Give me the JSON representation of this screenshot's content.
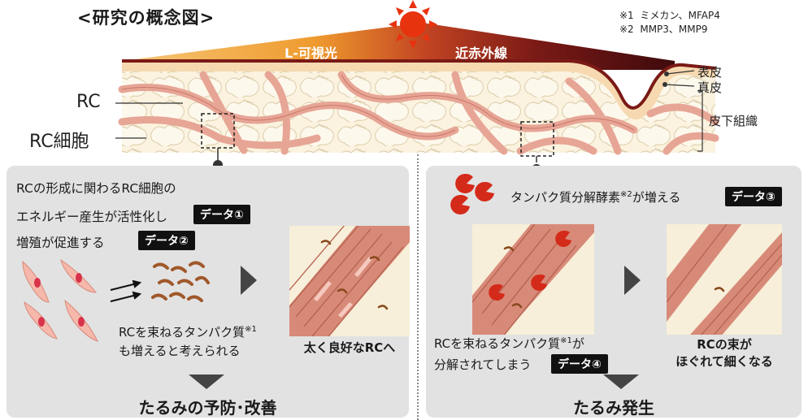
{
  "title": "<研究の概念図>",
  "notes": [
    {
      "mark": "※1",
      "text": "ミメカン、MFAP4"
    },
    {
      "mark": "※2",
      "text": "MMP3、MMP9"
    }
  ],
  "light": {
    "visible": "L-可視光",
    "nir": "近赤外線"
  },
  "layers": {
    "epidermis": "表皮",
    "dermis": "真皮",
    "subcutis": "皮下組織"
  },
  "labels": {
    "rc": "RC",
    "rc_cell": "RC細胞"
  },
  "left_panel": {
    "line1": "RCの形成に関わるRC細胞の",
    "line2": "エネルギー産生が活性化し",
    "line3": "増殖が促進する",
    "tag1": "データ①",
    "tag2": "データ②",
    "protein_line1": "RCを束ねるタンパク質",
    "protein_sup": "※1",
    "protein_line2": "も増えると考えられる",
    "result_caption": "太く良好なRCへ",
    "outcome": "たるみの予防･改善"
  },
  "right_panel": {
    "enzyme_text": "タンパク質分解酵素",
    "enzyme_sup": "※2",
    "enzyme_text2": "が増える",
    "tag3": "データ③",
    "protein_line1": "RCを束ねるタンパク質",
    "protein_sup": "※1",
    "protein_line1b": "が",
    "protein_line2": "分解されてしまう",
    "tag4": "データ④",
    "result_line1": "RCの束が",
    "result_line2": "ほぐれて細くなる",
    "outcome": "たるみ発生"
  },
  "colors": {
    "visible_light": "#f0a03a",
    "nir_dark": "#5a0e12",
    "sun": "#e8330f",
    "fiber": "#e8a89a",
    "fat": "#fbf3df",
    "enzyme": "#d42a1a",
    "panel": "#e2e2e2"
  }
}
